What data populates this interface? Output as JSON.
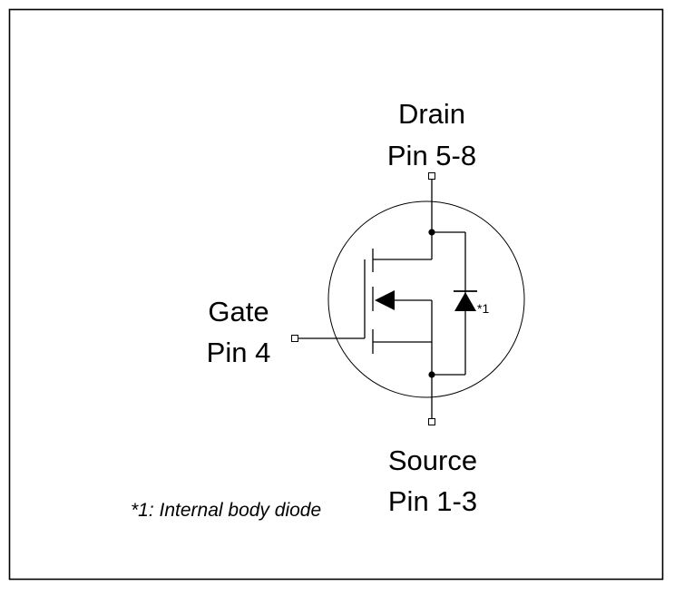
{
  "drain": {
    "name": "Drain",
    "pin": "Pin 5-8"
  },
  "gate": {
    "name": "Gate",
    "pin": "Pin 4"
  },
  "source": {
    "name": "Source",
    "pin": "Pin 1-3"
  },
  "diode_marker": "*1",
  "footnote": "*1: Internal body diode"
}
